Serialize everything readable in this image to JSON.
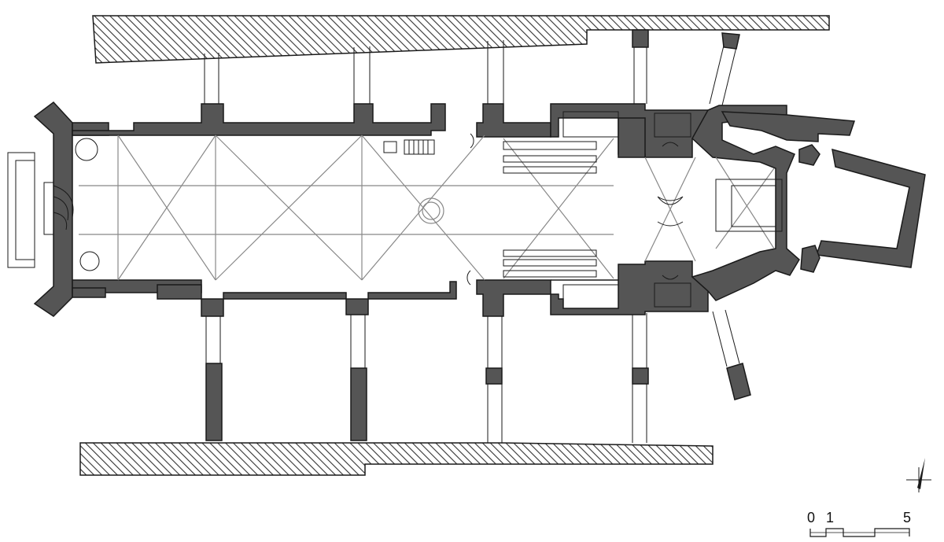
{
  "drawing": {
    "wall_color": "#555555",
    "line_color": "#1a1a1a",
    "thin_line_color": "#888888",
    "hatch_color": "#333333",
    "background": "#ffffff"
  },
  "scale_bar": {
    "labels": [
      "0",
      "1",
      "5"
    ]
  },
  "north_arrow": {
    "icon": "north-arrow-icon"
  }
}
